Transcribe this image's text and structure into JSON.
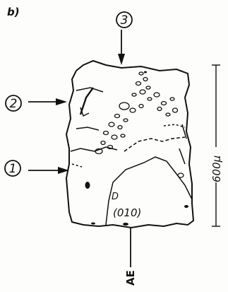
{
  "figure": {
    "panel_label": "b)",
    "markers": [
      {
        "id": "marker-3",
        "label": "3"
      },
      {
        "id": "marker-2",
        "label": "2"
      },
      {
        "id": "marker-1",
        "label": "1"
      }
    ],
    "face_label": "(010)",
    "small_label": "D",
    "scale_label": "600μ",
    "axis_label": "AE",
    "ink_color": "#111111",
    "paper_color": "#fdfdfb"
  }
}
